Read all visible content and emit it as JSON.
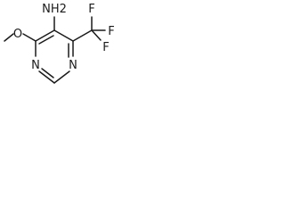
{
  "molecule": {
    "atom_labels": {
      "amine": "NH2",
      "ring_n1": "N",
      "ring_n3": "N",
      "fluorine_top": "F",
      "fluorine_right": "F",
      "fluorine_bottom": "F",
      "oxygen": "O"
    },
    "colors": {
      "bond": "#1a1a1a",
      "label": "#1a1a1a",
      "background": "#ffffff"
    }
  }
}
